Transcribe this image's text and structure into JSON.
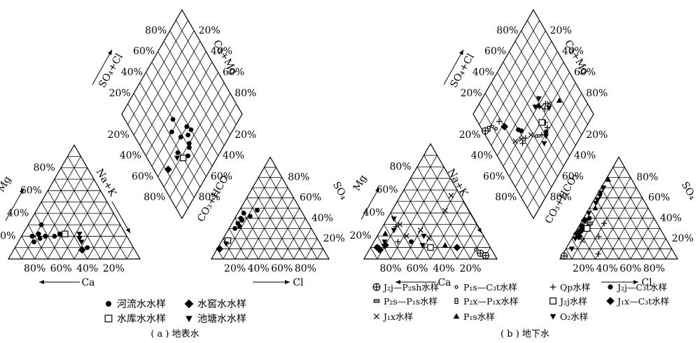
{
  "panels": [
    {
      "caption": "( a ) 地表水"
    },
    {
      "caption": "( b ) 地下水"
    }
  ],
  "axes": {
    "mg": "Mg",
    "ca": "Ca",
    "nak": "Na+K",
    "so4cl": "SO₄+Cl",
    "camg": "Ca+Mg",
    "co3_a": "CO₃+HCO",
    "co3_b": "CO₃+HCO₃",
    "so4": "SO₄",
    "cl": "Cl"
  },
  "ticks": [
    "20%",
    "40%",
    "60%",
    "80%"
  ],
  "legend_a": [
    {
      "symbol": "circle",
      "label": "河流水水样"
    },
    {
      "symbol": "diamond",
      "label": "水窖水水样"
    },
    {
      "symbol": "square",
      "label": "水库水水样"
    },
    {
      "symbol": "tri-down",
      "label": "池塘水水样"
    }
  ],
  "legend_b": [
    {
      "symbol": "circle-plus",
      "label": "J₂j—P₂sh水样"
    },
    {
      "symbol": "small-circle",
      "label": "P₁s—C₃t水样"
    },
    {
      "symbol": "plus",
      "label": "Qp水样"
    },
    {
      "symbol": "circle",
      "label": "J₂j—C₃t水样"
    },
    {
      "symbol": "small-rect",
      "label": "P₂s—P₁s水样"
    },
    {
      "symbol": "tall-rect",
      "label": "P₂x—P₁x水样"
    },
    {
      "symbol": "square",
      "label": "J₂j水样"
    },
    {
      "symbol": "diamond",
      "label": "J₁x—C₃t水样"
    },
    {
      "symbol": "cross",
      "label": "J₁x水样"
    },
    {
      "symbol": "tri-up",
      "label": "P₁s水样"
    },
    {
      "symbol": "tri-down",
      "label": "O₂水样"
    }
  ],
  "chart_data": [
    {
      "type": "scatter",
      "subtype": "piper-diagram",
      "panel": "a",
      "cation_triangle": {
        "x_axis": "Ca",
        "left_axis": "Mg",
        "right_axis": "Na+K",
        "points": [
          {
            "s": "circle",
            "mg": 30,
            "na": 10
          },
          {
            "s": "circle",
            "mg": 20,
            "na": 8
          },
          {
            "s": "circle",
            "mg": 22,
            "na": 12
          },
          {
            "s": "circle",
            "mg": 20,
            "na": 18
          },
          {
            "s": "circle",
            "mg": 18,
            "na": 15
          },
          {
            "s": "circle",
            "mg": 15,
            "na": 12
          },
          {
            "s": "circle",
            "mg": 20,
            "na": 25
          },
          {
            "s": "circle",
            "mg": 22,
            "na": 28
          },
          {
            "s": "circle",
            "mg": 10,
            "na": 55
          },
          {
            "s": "square",
            "mg": 22,
            "na": 32
          },
          {
            "s": "tri-down",
            "mg": 22,
            "na": 43
          },
          {
            "s": "tri-down",
            "mg": 18,
            "na": 45
          },
          {
            "s": "tri-down",
            "mg": 15,
            "na": 48
          },
          {
            "s": "diamond",
            "mg": 8,
            "na": 52
          }
        ]
      },
      "anion_triangle": {
        "x_axis": "Cl",
        "left_axis": "CO₃+HCO",
        "right_axis": "SO₄",
        "points": [
          {
            "s": "circle",
            "so4": 45,
            "cl": 5
          },
          {
            "s": "circle",
            "so4": 40,
            "cl": 5
          },
          {
            "s": "circle",
            "so4": 38,
            "cl": 7
          },
          {
            "s": "circle",
            "so4": 35,
            "cl": 5
          },
          {
            "s": "circle",
            "so4": 32,
            "cl": 8
          },
          {
            "s": "circle",
            "so4": 30,
            "cl": 5
          },
          {
            "s": "circle",
            "so4": 42,
            "cl": 12
          },
          {
            "s": "circle",
            "so4": 48,
            "cl": 15
          },
          {
            "s": "square",
            "so4": 18,
            "cl": 5
          },
          {
            "s": "tri-down",
            "so4": 15,
            "cl": 5
          },
          {
            "s": "diamond",
            "so4": 10,
            "cl": 2
          }
        ]
      },
      "diamond_field": {
        "axes": [
          "SO₄+Cl",
          "Ca+Mg",
          "CO₃+HCO",
          "Na+K"
        ],
        "points": [
          {
            "s": "circle",
            "u": 48,
            "v": 40
          },
          {
            "s": "circle",
            "u": 45,
            "v": 35
          },
          {
            "s": "circle",
            "u": 42,
            "v": 30
          },
          {
            "s": "circle",
            "u": 40,
            "v": 28
          },
          {
            "s": "circle",
            "u": 38,
            "v": 40
          },
          {
            "s": "circle",
            "u": 50,
            "v": 35
          },
          {
            "s": "circle",
            "u": 35,
            "v": 25
          },
          {
            "s": "circle",
            "u": 33,
            "v": 50
          },
          {
            "s": "circle",
            "u": 40,
            "v": 55
          },
          {
            "s": "circle",
            "u": 28,
            "v": 35
          },
          {
            "s": "square",
            "u": 30,
            "v": 28
          },
          {
            "s": "tri-down",
            "u": 25,
            "v": 33
          },
          {
            "s": "diamond",
            "u": 12,
            "v": 35
          }
        ]
      }
    },
    {
      "type": "scatter",
      "subtype": "piper-diagram",
      "panel": "b",
      "cation_triangle": {
        "x_axis": "Ca",
        "left_axis": "Mg",
        "right_axis": "Na+K",
        "points": [
          {
            "s": "tri-down",
            "mg": 35,
            "na": 5
          },
          {
            "s": "tri-down",
            "mg": 25,
            "na": 10
          },
          {
            "s": "tri-up",
            "mg": 22,
            "na": 5
          },
          {
            "s": "plus",
            "mg": 28,
            "na": 10
          },
          {
            "s": "cross",
            "mg": 30,
            "na": 12
          },
          {
            "s": "cross",
            "mg": 55,
            "na": 38
          },
          {
            "s": "cross",
            "mg": 42,
            "na": 40
          },
          {
            "s": "cross",
            "mg": 25,
            "na": 30
          },
          {
            "s": "tri-down",
            "mg": 15,
            "na": 8
          },
          {
            "s": "tri-down",
            "mg": 10,
            "na": 5
          },
          {
            "s": "tri-down",
            "mg": 8,
            "na": 7
          },
          {
            "s": "diamond",
            "mg": 12,
            "na": 10
          },
          {
            "s": "diamond",
            "mg": 8,
            "na": 8
          },
          {
            "s": "diamond",
            "mg": 10,
            "na": 5
          },
          {
            "s": "plus",
            "mg": 15,
            "na": 18
          },
          {
            "s": "cross",
            "mg": 20,
            "na": 22
          },
          {
            "s": "cross",
            "mg": 18,
            "na": 40
          },
          {
            "s": "tri-down",
            "mg": 20,
            "na": 35
          },
          {
            "s": "tri-down",
            "mg": 12,
            "na": 38
          },
          {
            "s": "circle",
            "mg": 15,
            "na": 28
          },
          {
            "s": "square",
            "mg": 10,
            "na": 45
          },
          {
            "s": "tri-up",
            "mg": 12,
            "na": 55
          },
          {
            "s": "diamond",
            "mg": 10,
            "na": 65
          },
          {
            "s": "small-circle",
            "mg": 8,
            "na": 80
          },
          {
            "s": "circle-plus",
            "mg": 5,
            "na": 85
          },
          {
            "s": "circle-plus",
            "mg": 3,
            "na": 90
          }
        ]
      },
      "anion_triangle": {
        "x_axis": "Cl",
        "left_axis": "CO₃+HCO₃",
        "right_axis": "SO₄",
        "points": [
          {
            "s": "tri-up",
            "so4": 78,
            "cl": 2
          },
          {
            "s": "tri-down",
            "so4": 70,
            "cl": 2
          },
          {
            "s": "tri-down",
            "so4": 65,
            "cl": 2
          },
          {
            "s": "tri-down",
            "so4": 62,
            "cl": 3
          },
          {
            "s": "tri-down",
            "so4": 58,
            "cl": 3
          },
          {
            "s": "tri-down",
            "so4": 55,
            "cl": 3
          },
          {
            "s": "tri-up",
            "so4": 50,
            "cl": 5
          },
          {
            "s": "tri-down",
            "so4": 45,
            "cl": 2
          },
          {
            "s": "circle",
            "so4": 40,
            "cl": 5
          },
          {
            "s": "diamond",
            "so4": 38,
            "cl": 2
          },
          {
            "s": "diamond",
            "so4": 32,
            "cl": 3
          },
          {
            "s": "diamond",
            "so4": 28,
            "cl": 4
          },
          {
            "s": "diamond",
            "so4": 25,
            "cl": 2
          },
          {
            "s": "diamond",
            "so4": 22,
            "cl": 5
          },
          {
            "s": "tri-down",
            "so4": 20,
            "cl": 3
          },
          {
            "s": "square",
            "so4": 30,
            "cl": 8
          },
          {
            "s": "small-rect",
            "so4": 35,
            "cl": 8
          },
          {
            "s": "plus",
            "so4": 35,
            "cl": 20
          },
          {
            "s": "plus",
            "so4": 22,
            "cl": 22
          },
          {
            "s": "plus",
            "so4": 5,
            "cl": 30
          },
          {
            "s": "cross",
            "so4": 18,
            "cl": 10
          },
          {
            "s": "tri-down",
            "so4": 10,
            "cl": 5
          },
          {
            "s": "circle-plus",
            "so4": 3,
            "cl": 2
          }
        ]
      },
      "diamond_field": {
        "axes": [
          "SO₄+Cl",
          "Ca+Mg",
          "CO₃+HCO₃",
          "Na+K"
        ],
        "points": [
          {
            "s": "tri-up",
            "u": 78,
            "v": 35
          },
          {
            "s": "cross",
            "u": 68,
            "v": 42
          },
          {
            "s": "tri-down",
            "u": 66,
            "v": 40
          },
          {
            "s": "plus",
            "u": 65,
            "v": 45
          },
          {
            "s": "plus",
            "u": 62,
            "v": 43
          },
          {
            "s": "cross",
            "u": 60,
            "v": 47
          },
          {
            "s": "tri-down",
            "u": 62,
            "v": 53
          },
          {
            "s": "tri-up",
            "u": 58,
            "v": 50
          },
          {
            "s": "tri-down",
            "u": 55,
            "v": 52
          },
          {
            "s": "plus",
            "u": 56,
            "v": 36
          },
          {
            "s": "small-rect",
            "u": 54,
            "v": 38
          },
          {
            "s": "square",
            "u": 53,
            "v": 39
          },
          {
            "s": "plus",
            "u": 55,
            "v": 32
          },
          {
            "s": "circle",
            "u": 52,
            "v": 31
          },
          {
            "s": "tri-down",
            "u": 50,
            "v": 29
          },
          {
            "s": "tri-down",
            "u": 45,
            "v": 27
          },
          {
            "s": "plus",
            "u": 47,
            "v": 33
          },
          {
            "s": "small-circle",
            "u": 44,
            "v": 35
          },
          {
            "s": "small-circle",
            "u": 42,
            "v": 37
          },
          {
            "s": "cross",
            "u": 38,
            "v": 42
          },
          {
            "s": "plus",
            "u": 32,
            "v": 45
          },
          {
            "s": "circle",
            "u": 32,
            "v": 52
          },
          {
            "s": "circle",
            "u": 30,
            "v": 55
          },
          {
            "s": "cross",
            "u": 28,
            "v": 48
          },
          {
            "s": "plus",
            "u": 27,
            "v": 45
          },
          {
            "s": "cross",
            "u": 22,
            "v": 52
          },
          {
            "s": "diamond",
            "u": 20,
            "v": 68
          },
          {
            "s": "plus",
            "u": 18,
            "v": 75
          },
          {
            "s": "small-circle",
            "u": 12,
            "v": 74
          },
          {
            "s": "small-circle",
            "u": 10,
            "v": 78
          },
          {
            "s": "tall-rect",
            "u": 6,
            "v": 80
          },
          {
            "s": "circle-plus",
            "u": 2,
            "v": 82
          }
        ]
      }
    }
  ]
}
